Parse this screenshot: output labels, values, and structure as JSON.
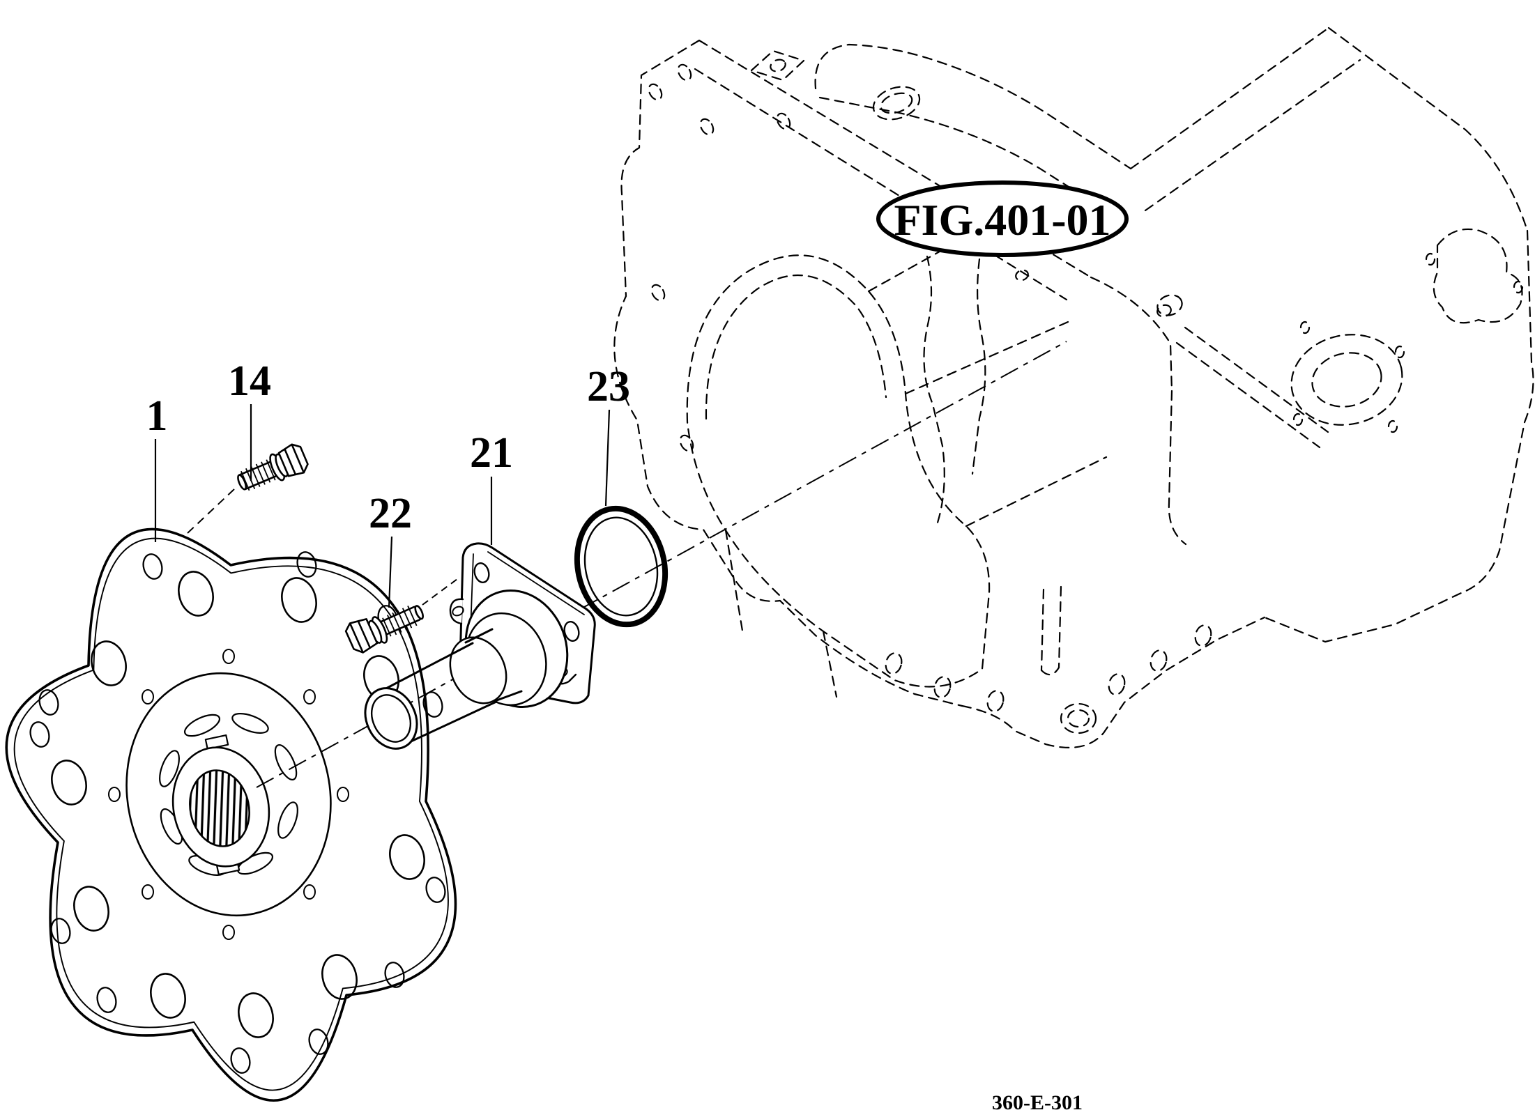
{
  "figure": {
    "reference_bubble": "FIG.401-01",
    "doc_code": "360-E-301"
  },
  "part_labels": {
    "disc": "1",
    "disc_bolt": "14",
    "coupling": "21",
    "coupling_bolt": "22",
    "o_ring": "23"
  },
  "colors": {
    "ink": "#000000",
    "paper": "#ffffff"
  }
}
